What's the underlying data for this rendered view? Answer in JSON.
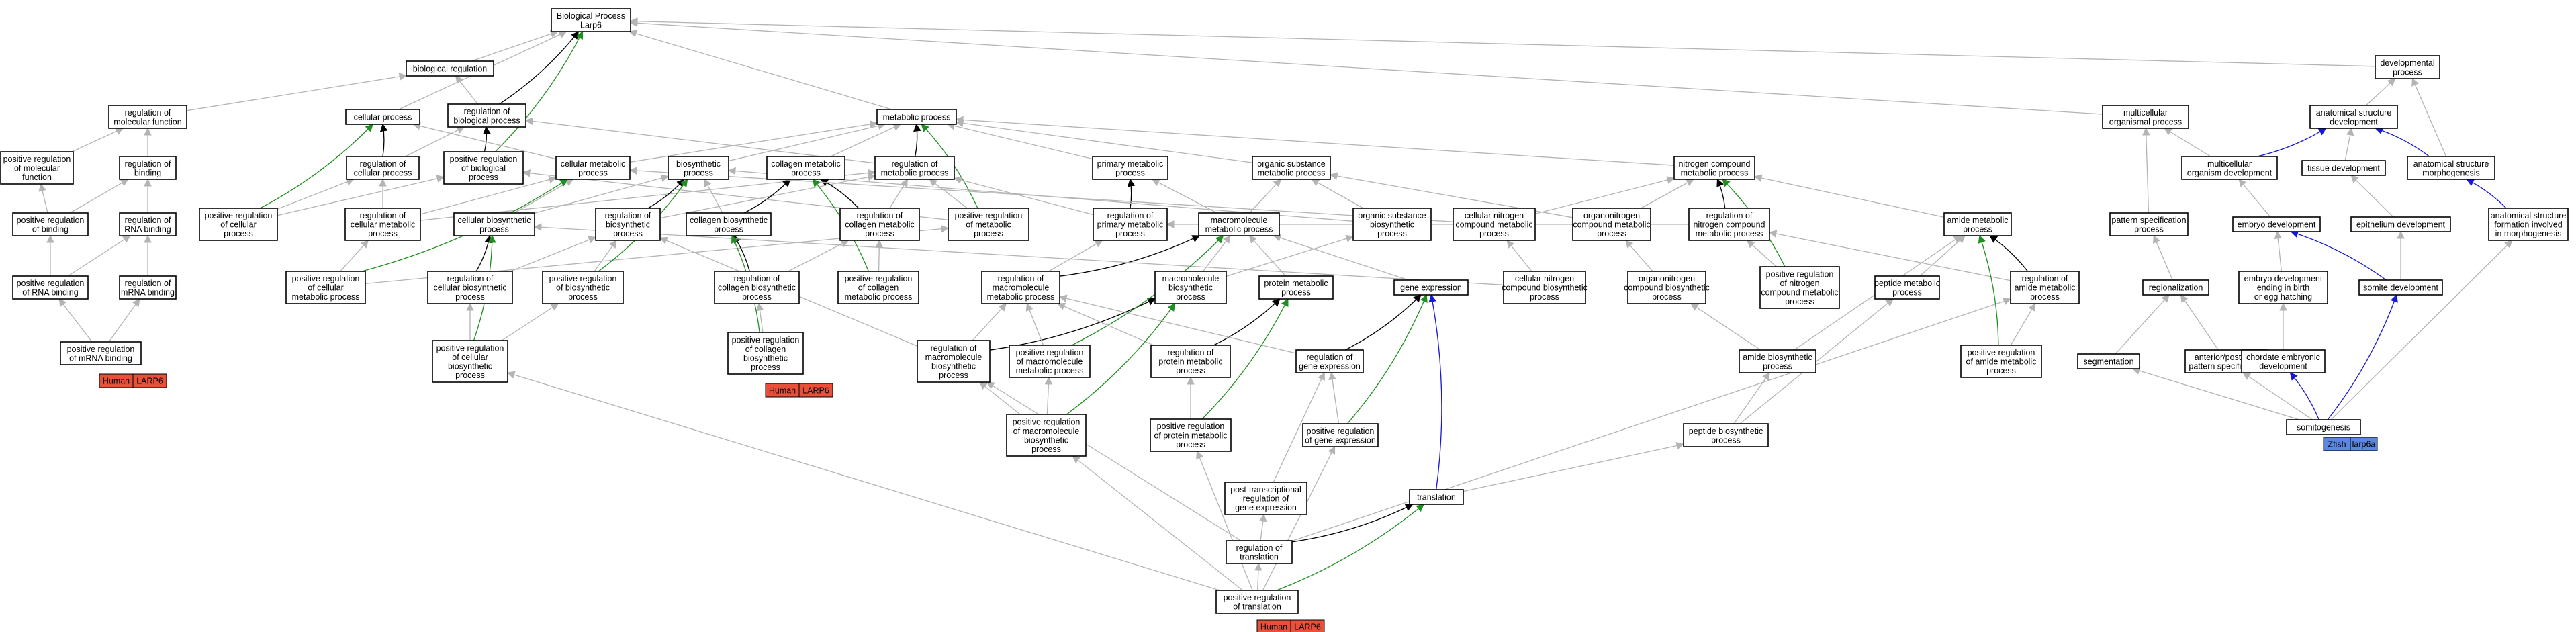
{
  "colors": {
    "edge_default": "#b4b4b4",
    "edge_strong": "#000000",
    "edge_green": "#1f8f1f",
    "edge_blue": "#1717d9",
    "badge_human": "#e8503a",
    "badge_zebrafish": "#5b87e0"
  },
  "nodes": [
    {
      "id": "bp",
      "lines": [
        "Biological Process",
        "Larp6"
      ]
    },
    {
      "id": "breg",
      "lines": [
        "biological regulation"
      ]
    },
    {
      "id": "cp",
      "lines": [
        "cellular process"
      ]
    },
    {
      "id": "rbp",
      "lines": [
        "regulation of",
        "biological process"
      ]
    },
    {
      "id": "prbp",
      "lines": [
        "positive regulation",
        "of biological",
        "process"
      ]
    },
    {
      "id": "rcp",
      "lines": [
        "regulation of",
        "cellular process"
      ]
    },
    {
      "id": "prcp",
      "lines": [
        "positive regulation",
        "of cellular",
        "process"
      ]
    },
    {
      "id": "mp",
      "lines": [
        "metabolic process"
      ]
    },
    {
      "id": "cmp",
      "lines": [
        "cellular metabolic",
        "process"
      ]
    },
    {
      "id": "bsp",
      "lines": [
        "biosynthetic",
        "process"
      ]
    },
    {
      "id": "colmp",
      "lines": [
        "collagen metabolic",
        "process"
      ]
    },
    {
      "id": "rmp",
      "lines": [
        "regulation of",
        "metabolic process"
      ]
    },
    {
      "id": "pmp",
      "lines": [
        "primary metabolic",
        "process"
      ]
    },
    {
      "id": "osmp",
      "lines": [
        "organic substance",
        "metabolic process"
      ]
    },
    {
      "id": "ncmp",
      "lines": [
        "nitrogen compound",
        "metabolic process"
      ]
    },
    {
      "id": "rcmp",
      "lines": [
        "regulation of",
        "cellular metabolic",
        "process"
      ]
    },
    {
      "id": "cbsp",
      "lines": [
        "cellular biosynthetic",
        "process"
      ]
    },
    {
      "id": "rbsp",
      "lines": [
        "regulation of",
        "biosynthetic",
        "process"
      ]
    },
    {
      "id": "colbsp",
      "lines": [
        "collagen biosynthetic",
        "process"
      ]
    },
    {
      "id": "rcolmp",
      "lines": [
        "regulation of",
        "collagen metabolic",
        "process"
      ]
    },
    {
      "id": "prmp",
      "lines": [
        "positive regulation",
        "of metabolic",
        "process"
      ]
    },
    {
      "id": "rpmp",
      "lines": [
        "regulation of",
        "primary metabolic",
        "process"
      ]
    },
    {
      "id": "macmp",
      "lines": [
        "macromolecule",
        "metabolic process"
      ]
    },
    {
      "id": "osbsp",
      "lines": [
        "organic substance",
        "biosynthetic",
        "process"
      ]
    },
    {
      "id": "cncmp",
      "lines": [
        "cellular nitrogen",
        "compound metabolic",
        "process"
      ]
    },
    {
      "id": "oncmp",
      "lines": [
        "organonitrogen",
        "compound metabolic",
        "process"
      ]
    },
    {
      "id": "rncmp",
      "lines": [
        "regulation of",
        "nitrogen compound",
        "metabolic process"
      ]
    },
    {
      "id": "amp",
      "lines": [
        "amide metabolic",
        "process"
      ]
    },
    {
      "id": "prcmp",
      "lines": [
        "positive regulation",
        "of cellular",
        "metabolic process"
      ]
    },
    {
      "id": "rcbsp",
      "lines": [
        "regulation of",
        "cellular biosynthetic",
        "process"
      ]
    },
    {
      "id": "prbsp",
      "lines": [
        "positive regulation",
        "of biosynthetic",
        "process"
      ]
    },
    {
      "id": "rcolbsp",
      "lines": [
        "regulation of",
        "collagen biosynthetic",
        "process"
      ]
    },
    {
      "id": "prcolmp",
      "lines": [
        "positive regulation",
        "of collagen",
        "metabolic process"
      ]
    },
    {
      "id": "rmacmp",
      "lines": [
        "regulation of",
        "macromolecule",
        "metabolic process"
      ]
    },
    {
      "id": "macbsp",
      "lines": [
        "macromolecule",
        "biosynthetic",
        "process"
      ]
    },
    {
      "id": "protmp",
      "lines": [
        "protein metabolic",
        "process"
      ]
    },
    {
      "id": "ge",
      "lines": [
        "gene expression"
      ]
    },
    {
      "id": "cncbsp",
      "lines": [
        "cellular nitrogen",
        "compound biosynthetic",
        "process"
      ]
    },
    {
      "id": "oncbsp",
      "lines": [
        "organonitrogen",
        "compound biosynthetic",
        "process"
      ]
    },
    {
      "id": "prncmp",
      "lines": [
        "positive regulation",
        "of nitrogen",
        "compound metabolic",
        "process"
      ]
    },
    {
      "id": "peptmp",
      "lines": [
        "peptide metabolic",
        "process"
      ]
    },
    {
      "id": "ramp",
      "lines": [
        "regulation of",
        "amide metabolic",
        "process"
      ]
    },
    {
      "id": "prcbsp",
      "lines": [
        "positive regulation",
        "of cellular",
        "biosynthetic",
        "process"
      ]
    },
    {
      "id": "prcolbsp",
      "lines": [
        "positive regulation",
        "of collagen",
        "biosynthetic",
        "process"
      ]
    },
    {
      "id": "rmacbsp",
      "lines": [
        "regulation of",
        "macromolecule",
        "biosynthetic",
        "process"
      ]
    },
    {
      "id": "prmacmp",
      "lines": [
        "positive regulation",
        "of macromolecule",
        "metabolic process"
      ]
    },
    {
      "id": "rprotmp",
      "lines": [
        "regulation of",
        "protein metabolic",
        "process"
      ]
    },
    {
      "id": "rge",
      "lines": [
        "regulation of",
        "gene expression"
      ]
    },
    {
      "id": "ambsp",
      "lines": [
        "amide biosynthetic",
        "process"
      ]
    },
    {
      "id": "pramp",
      "lines": [
        "positive regulation",
        "of amide metabolic",
        "process"
      ]
    },
    {
      "id": "prmacbsp",
      "lines": [
        "positive regulation",
        "of macromolecule",
        "biosynthetic",
        "process"
      ]
    },
    {
      "id": "prprotmp",
      "lines": [
        "positive regulation",
        "of protein metabolic",
        "process"
      ]
    },
    {
      "id": "prge",
      "lines": [
        "positive regulation",
        "of gene expression"
      ]
    },
    {
      "id": "peptbsp",
      "lines": [
        "peptide biosynthetic",
        "process"
      ]
    },
    {
      "id": "ptrge",
      "lines": [
        "post-transcriptional",
        "regulation of",
        "gene expression"
      ]
    },
    {
      "id": "transl",
      "lines": [
        "translation"
      ]
    },
    {
      "id": "rtransl",
      "lines": [
        "regulation of",
        "translation"
      ]
    },
    {
      "id": "prtransl",
      "lines": [
        "positive regulation",
        "of translation"
      ]
    },
    {
      "id": "rmf",
      "lines": [
        "regulation of",
        "molecular function"
      ]
    },
    {
      "id": "prmf",
      "lines": [
        "positive regulation",
        "of molecular",
        "function"
      ]
    },
    {
      "id": "rbind",
      "lines": [
        "regulation of",
        "binding"
      ]
    },
    {
      "id": "prbind",
      "lines": [
        "positive regulation",
        "of binding"
      ]
    },
    {
      "id": "rrnab",
      "lines": [
        "regulation of",
        "RNA binding"
      ]
    },
    {
      "id": "prrnab",
      "lines": [
        "positive regulation",
        "of RNA binding"
      ]
    },
    {
      "id": "rmrnab",
      "lines": [
        "regulation of",
        "mRNA binding"
      ]
    },
    {
      "id": "prmrnab",
      "lines": [
        "positive regulation",
        "of mRNA binding"
      ]
    },
    {
      "id": "devp",
      "lines": [
        "developmental",
        "process"
      ]
    },
    {
      "id": "mop",
      "lines": [
        "multicellular",
        "organismal process"
      ]
    },
    {
      "id": "asd",
      "lines": [
        "anatomical structure",
        "development"
      ]
    },
    {
      "id": "mod",
      "lines": [
        "multicellular",
        "organism development"
      ]
    },
    {
      "id": "tissd",
      "lines": [
        "tissue development"
      ]
    },
    {
      "id": "asm",
      "lines": [
        "anatomical structure",
        "morphogenesis"
      ]
    },
    {
      "id": "psp",
      "lines": [
        "pattern specification",
        "process"
      ]
    },
    {
      "id": "embd",
      "lines": [
        "embryo development"
      ]
    },
    {
      "id": "epid",
      "lines": [
        "epithelium development"
      ]
    },
    {
      "id": "asfm",
      "lines": [
        "anatomical structure",
        "formation involved",
        "in morphogenesis"
      ]
    },
    {
      "id": "regz",
      "lines": [
        "regionalization"
      ]
    },
    {
      "id": "edbh",
      "lines": [
        "embryo development",
        "ending in birth",
        "or egg hatching"
      ]
    },
    {
      "id": "somd",
      "lines": [
        "somite development"
      ]
    },
    {
      "id": "segm",
      "lines": [
        "segmentation"
      ]
    },
    {
      "id": "apps",
      "lines": [
        "anterior/posterior",
        "pattern specification"
      ]
    },
    {
      "id": "ced",
      "lines": [
        "chordate embryonic",
        "development"
      ]
    },
    {
      "id": "somg",
      "lines": [
        "somitogenesis"
      ]
    }
  ],
  "badges": [
    {
      "id": "b_mrna",
      "left": "Human",
      "right": "LARP6"
    },
    {
      "id": "b_colbsp",
      "left": "Human",
      "right": "LARP6"
    },
    {
      "id": "b_transl",
      "left": "Human",
      "right": "LARP6"
    },
    {
      "id": "b_somg",
      "left": "Zfish",
      "right": "larp6a"
    }
  ]
}
